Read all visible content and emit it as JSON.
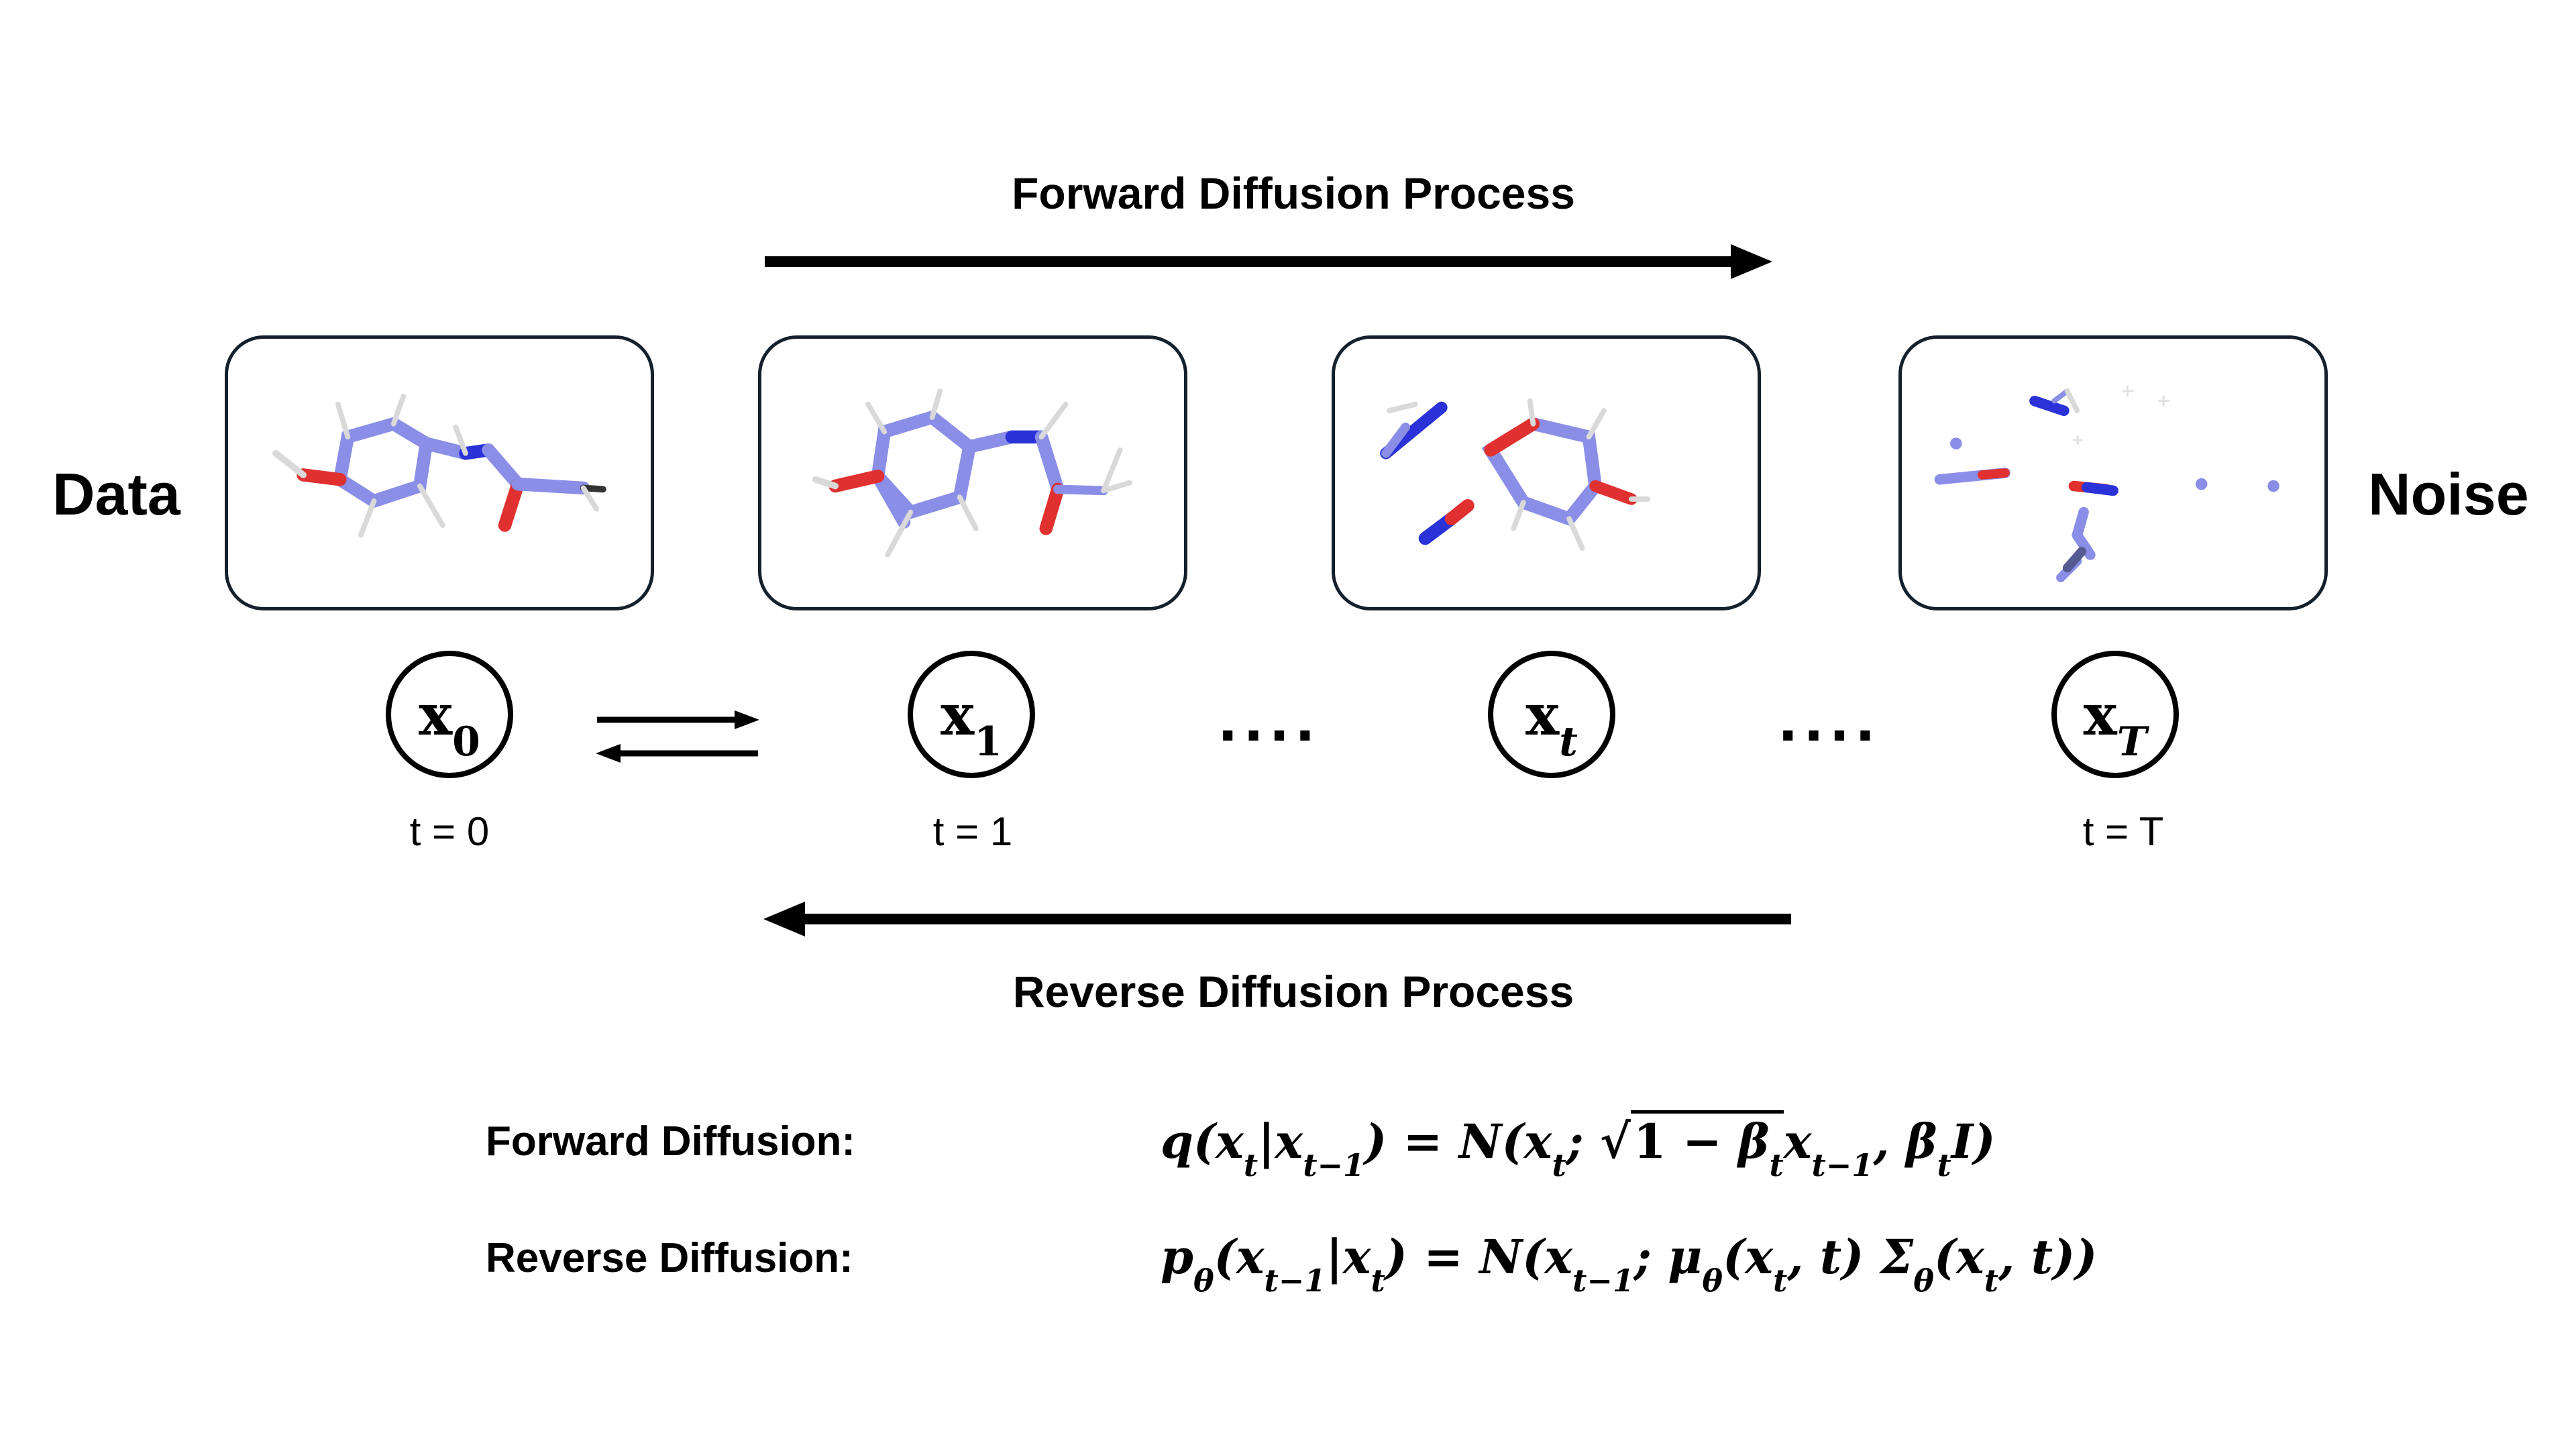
{
  "header": {
    "forward_title": "Forward Diffusion Process",
    "reverse_title": "Reverse Diffusion Process"
  },
  "sides": {
    "left": "Data",
    "right": "Noise"
  },
  "nodes": [
    {
      "base": "x",
      "sub": "0",
      "time": "t = 0"
    },
    {
      "base": "x",
      "sub": "1",
      "time": "t = 1"
    },
    {
      "base": "x",
      "sub": "t",
      "time": ""
    },
    {
      "base": "x",
      "sub": "T",
      "time": "t = T"
    }
  ],
  "ellipsis": "....",
  "equations": {
    "forward_label": "Forward Diffusion:",
    "reverse_label": "Reverse Diffusion:"
  },
  "colors": {
    "carbon": "#8a8ee6",
    "nitrogen": "#2a32d8",
    "oxygen": "#e03030",
    "hydrogen": "#d9d9d9",
    "frame_border": "#14202c"
  }
}
